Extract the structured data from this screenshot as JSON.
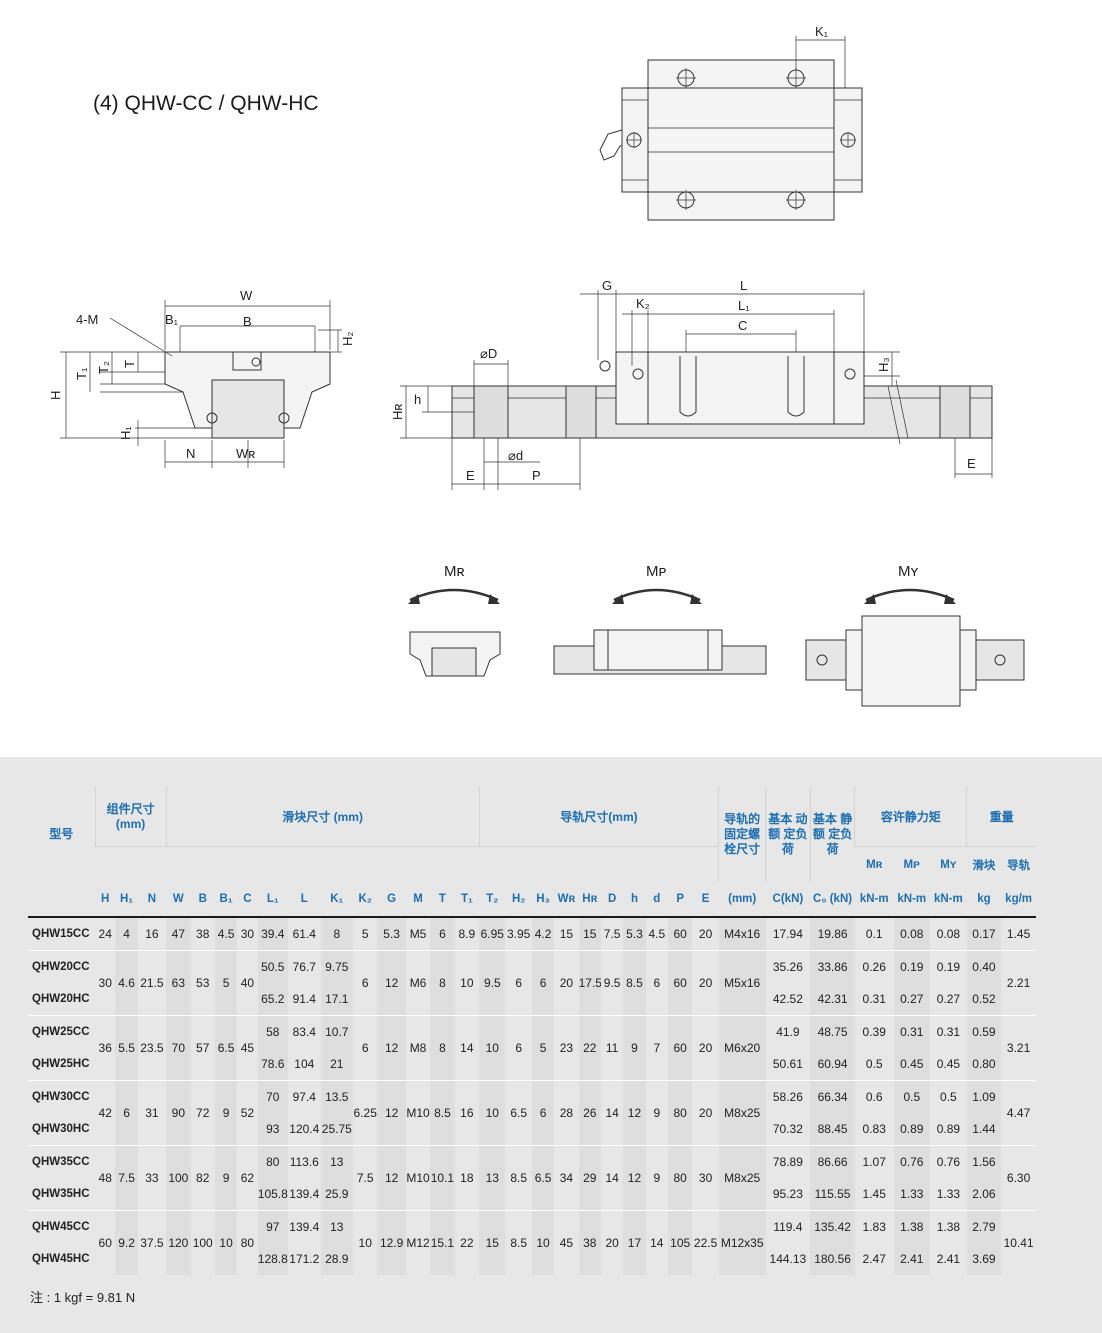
{
  "title": "(4) QHW-CC / QHW-HC",
  "note": "注 : 1 kgf = 9.81 N",
  "drawing_labels": {
    "top": {
      "k1": "K₁"
    },
    "front": {
      "w": "W",
      "b": "B",
      "b1": "B₁",
      "m": "4-M",
      "h": "H",
      "h1": "H₁",
      "h2": "H₂",
      "t": "T",
      "t1": "T₁",
      "t2": "T₂",
      "n": "N",
      "wr": "Wʀ"
    },
    "side": {
      "g": "G",
      "l": "L",
      "l1": "L₁",
      "k2": "K₂",
      "c": "C",
      "h3": "H₃",
      "hr": "Hʀ",
      "h": "h",
      "phi_d_big": "⌀D",
      "phi_d_small": "⌀d",
      "e_left": "E",
      "p": "P",
      "e_right": "E"
    },
    "moments": {
      "mr": "Mʀ",
      "mp": "Mᴘ",
      "my": "Mʏ"
    }
  },
  "table": {
    "groups": {
      "model": "型号",
      "assembly": "组件尺寸 (mm)",
      "block": "滑块尺寸 (mm)",
      "rail": "导轨尺寸(mm)",
      "bolt": "导轨的 固定螺 栓尺寸",
      "dynamic": "基本 动额 定负荷",
      "static": "基本 静额 定负荷",
      "moment": "容许静力矩",
      "weight": "重量"
    },
    "sub_headers": [
      "H",
      "H₁",
      "N",
      "W",
      "B",
      "B₁",
      "C",
      "L₁",
      "L",
      "K₁",
      "K₂",
      "G",
      "M",
      "T",
      "T₁",
      "T₂",
      "H₂",
      "H₃",
      "Wʀ",
      "Hʀ",
      "D",
      "h",
      "d",
      "P",
      "E"
    ],
    "moment_headers": [
      "Mʀ",
      "Mᴘ",
      "Mʏ"
    ],
    "weight_headers": [
      "滑块",
      "导轨"
    ],
    "units": {
      "bolt": "(mm)",
      "dynamic": "C(kN)",
      "static": "C₀ (kN)",
      "mr": "kN-m",
      "mp": "kN-m",
      "my": "kN-m",
      "block_w": "kg",
      "rail_w": "kg/m"
    },
    "groups_data": [
      {
        "shared": {
          "H": "24",
          "H1": "4",
          "N": "16",
          "W": "47",
          "B": "38",
          "B1": "4.5",
          "C": "30",
          "K2": "5",
          "G": "5.3",
          "M": "M5",
          "T": "6",
          "T1": "8.9",
          "T2": "6.95",
          "H2": "3.95",
          "H3": "4.2",
          "WR": "15",
          "HR": "15",
          "D": "7.5",
          "h": "5.3",
          "d": "4.5",
          "P": "60",
          "E": "20",
          "bolt": "M4x16",
          "rail_w": "1.45"
        },
        "rows": [
          {
            "model": "QHW15CC",
            "L1": "39.4",
            "L": "61.4",
            "K1": "8",
            "C_dyn": "17.94",
            "C0": "19.86",
            "MR": "0.1",
            "MP": "0.08",
            "MY": "0.08",
            "block_w": "0.17"
          }
        ]
      },
      {
        "shared": {
          "H": "30",
          "H1": "4.6",
          "N": "21.5",
          "W": "63",
          "B": "53",
          "B1": "5",
          "C": "40",
          "K2": "6",
          "G": "12",
          "M": "M6",
          "T": "8",
          "T1": "10",
          "T2": "9.5",
          "H2": "6",
          "H3": "6",
          "WR": "20",
          "HR": "17.5",
          "D": "9.5",
          "h": "8.5",
          "d": "6",
          "P": "60",
          "E": "20",
          "bolt": "M5x16",
          "rail_w": "2.21"
        },
        "rows": [
          {
            "model": "QHW20CC",
            "L1": "50.5",
            "L": "76.7",
            "K1": "9.75",
            "C_dyn": "35.26",
            "C0": "33.86",
            "MR": "0.26",
            "MP": "0.19",
            "MY": "0.19",
            "block_w": "0.40"
          },
          {
            "model": "QHW20HC",
            "L1": "65.2",
            "L": "91.4",
            "K1": "17.1",
            "C_dyn": "42.52",
            "C0": "42.31",
            "MR": "0.31",
            "MP": "0.27",
            "MY": "0.27",
            "block_w": "0.52"
          }
        ]
      },
      {
        "shared": {
          "H": "36",
          "H1": "5.5",
          "N": "23.5",
          "W": "70",
          "B": "57",
          "B1": "6.5",
          "C": "45",
          "K2": "6",
          "G": "12",
          "M": "M8",
          "T": "8",
          "T1": "14",
          "T2": "10",
          "H2": "6",
          "H3": "5",
          "WR": "23",
          "HR": "22",
          "D": "11",
          "h": "9",
          "d": "7",
          "P": "60",
          "E": "20",
          "bolt": "M6x20",
          "rail_w": "3.21"
        },
        "rows": [
          {
            "model": "QHW25CC",
            "L1": "58",
            "L": "83.4",
            "K1": "10.7",
            "C_dyn": "41.9",
            "C0": "48.75",
            "MR": "0.39",
            "MP": "0.31",
            "MY": "0.31",
            "block_w": "0.59"
          },
          {
            "model": "QHW25HC",
            "L1": "78.6",
            "L": "104",
            "K1": "21",
            "C_dyn": "50.61",
            "C0": "60.94",
            "MR": "0.5",
            "MP": "0.45",
            "MY": "0.45",
            "block_w": "0.80"
          }
        ]
      },
      {
        "shared": {
          "H": "42",
          "H1": "6",
          "N": "31",
          "W": "90",
          "B": "72",
          "B1": "9",
          "C": "52",
          "K2": "6.25",
          "G": "12",
          "M": "M10",
          "T": "8.5",
          "T1": "16",
          "T2": "10",
          "H2": "6.5",
          "H3": "6",
          "WR": "28",
          "HR": "26",
          "D": "14",
          "h": "12",
          "d": "9",
          "P": "80",
          "E": "20",
          "bolt": "M8x25",
          "rail_w": "4.47"
        },
        "rows": [
          {
            "model": "QHW30CC",
            "L1": "70",
            "L": "97.4",
            "K1": "13.5",
            "C_dyn": "58.26",
            "C0": "66.34",
            "MR": "0.6",
            "MP": "0.5",
            "MY": "0.5",
            "block_w": "1.09"
          },
          {
            "model": "QHW30HC",
            "L1": "93",
            "L": "120.4",
            "K1": "25.75",
            "C_dyn": "70.32",
            "C0": "88.45",
            "MR": "0.83",
            "MP": "0.89",
            "MY": "0.89",
            "block_w": "1.44"
          }
        ]
      },
      {
        "shared": {
          "H": "48",
          "H1": "7.5",
          "N": "33",
          "W": "100",
          "B": "82",
          "B1": "9",
          "C": "62",
          "K2": "7.5",
          "G": "12",
          "M": "M10",
          "T": "10.1",
          "T1": "18",
          "T2": "13",
          "H2": "8.5",
          "H3": "6.5",
          "WR": "34",
          "HR": "29",
          "D": "14",
          "h": "12",
          "d": "9",
          "P": "80",
          "E": "30",
          "bolt": "M8x25",
          "rail_w": "6.30"
        },
        "rows": [
          {
            "model": "QHW35CC",
            "L1": "80",
            "L": "113.6",
            "K1": "13",
            "C_dyn": "78.89",
            "C0": "86.66",
            "MR": "1.07",
            "MP": "0.76",
            "MY": "0.76",
            "block_w": "1.56"
          },
          {
            "model": "QHW35HC",
            "L1": "105.8",
            "L": "139.4",
            "K1": "25.9",
            "C_dyn": "95.23",
            "C0": "115.55",
            "MR": "1.45",
            "MP": "1.33",
            "MY": "1.33",
            "block_w": "2.06"
          }
        ]
      },
      {
        "shared": {
          "H": "60",
          "H1": "9.2",
          "N": "37.5",
          "W": "120",
          "B": "100",
          "B1": "10",
          "C": "80",
          "K2": "10",
          "G": "12.9",
          "M": "M12",
          "T": "15.1",
          "T1": "22",
          "T2": "15",
          "H2": "8.5",
          "H3": "10",
          "WR": "45",
          "HR": "38",
          "D": "20",
          "h": "17",
          "d": "14",
          "P": "105",
          "E": "22.5",
          "bolt": "M12x35",
          "rail_w": "10.41"
        },
        "rows": [
          {
            "model": "QHW45CC",
            "L1": "97",
            "L": "139.4",
            "K1": "13",
            "C_dyn": "119.4",
            "C0": "135.42",
            "MR": "1.83",
            "MP": "1.38",
            "MY": "1.38",
            "block_w": "2.79"
          },
          {
            "model": "QHW45HC",
            "L1": "128.8",
            "L": "171.2",
            "K1": "28.9",
            "C_dyn": "144.13",
            "C0": "180.56",
            "MR": "2.47",
            "MP": "2.41",
            "MY": "2.41",
            "block_w": "3.69"
          }
        ]
      }
    ]
  }
}
